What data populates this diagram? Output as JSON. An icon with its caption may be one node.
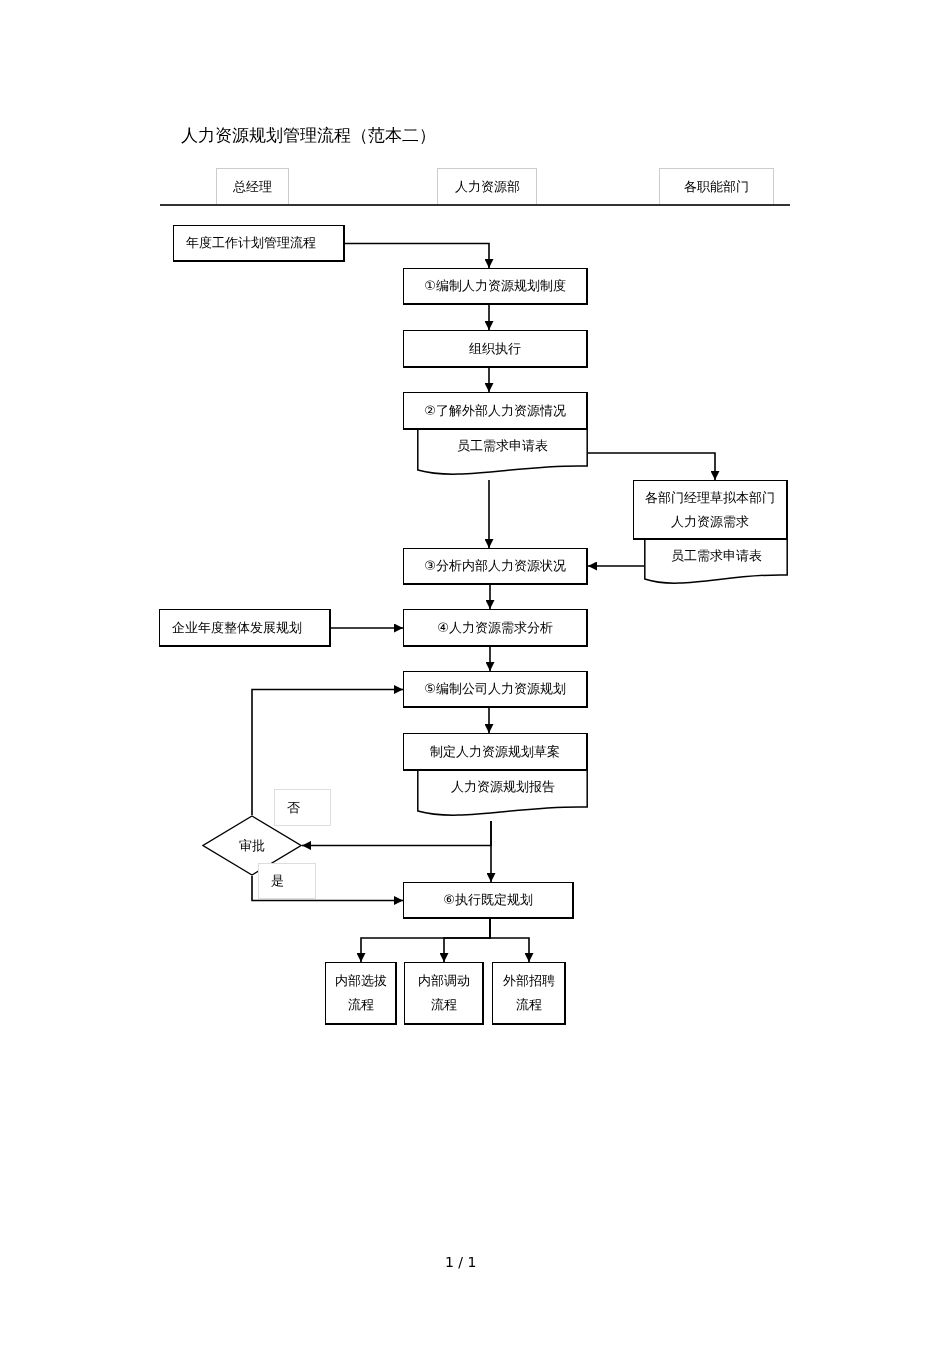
{
  "diagram": {
    "title": "人力资源规划管理流程（范本二）",
    "nodes": [
      {
        "text": [
          "总经理"
        ]
      },
      {
        "text": [
          "人力资源部"
        ]
      },
      {
        "text": [
          "各职能部门"
        ]
      },
      {
        "text": [
          "年度工作计划管理流程"
        ]
      },
      {
        "text": [
          "①编制人力资源规划制度"
        ]
      },
      {
        "text": [
          "组织执行"
        ]
      },
      {
        "text": [
          "②了解外部人力资源情况"
        ]
      },
      {
        "text": [
          "员工需求申请表"
        ]
      },
      {
        "text": [
          "各部门经理草拟本部门人力资源需求"
        ]
      },
      {
        "text": [
          "员工需求申请表"
        ]
      },
      {
        "text": [
          "③分析内部人力资源状况"
        ]
      },
      {
        "text": [
          "企业年度整体发展规划"
        ]
      },
      {
        "text": [
          "④人力资源需求分析"
        ]
      },
      {
        "text": [
          "⑤编制公司人力资源规划"
        ]
      },
      {
        "text": [
          "制定人力资源规划草案"
        ]
      },
      {
        "text": [
          "人力资源规划报告"
        ]
      },
      {
        "text": [
          "审批"
        ]
      },
      {
        "text": [
          "⑥执行既定规划"
        ]
      },
      {
        "text": [
          "内部选拔流程"
        ]
      },
      {
        "text": [
          "内部调动流程"
        ]
      },
      {
        "text": [
          "外部招聘流程"
        ]
      }
    ],
    "edges": [
      {
        "from": 3,
        "to": 4,
        "arrow": "to"
      },
      {
        "from": 4,
        "to": 5,
        "arrow": "to"
      },
      {
        "from": 5,
        "to": 6,
        "arrow": "to"
      },
      {
        "from": 7,
        "to": 8,
        "arrow": "to"
      },
      {
        "from": 7,
        "to": 10,
        "arrow": "to"
      },
      {
        "from": 9,
        "to": 10,
        "arrow": "to"
      },
      {
        "from": 10,
        "to": 12,
        "arrow": "to"
      },
      {
        "from": 11,
        "to": 12,
        "arrow": "to"
      },
      {
        "from": 12,
        "to": 13,
        "arrow": "to"
      },
      {
        "from": 13,
        "to": 14,
        "arrow": "to"
      },
      {
        "from": 15,
        "to": 16,
        "arrow": "to"
      },
      {
        "from": 15,
        "to": 17,
        "arrow": "to"
      },
      {
        "from": 16,
        "to": 13,
        "arrow": "to",
        "label": "否"
      },
      {
        "from": 16,
        "to": 17,
        "arrow": "to",
        "label": "是"
      },
      {
        "from": 17,
        "to": 18,
        "arrow": "to"
      },
      {
        "from": 17,
        "to": 19,
        "arrow": "to"
      },
      {
        "from": 17,
        "to": 20,
        "arrow": "to"
      }
    ],
    "labels": [
      "1 / 1"
    ]
  }
}
